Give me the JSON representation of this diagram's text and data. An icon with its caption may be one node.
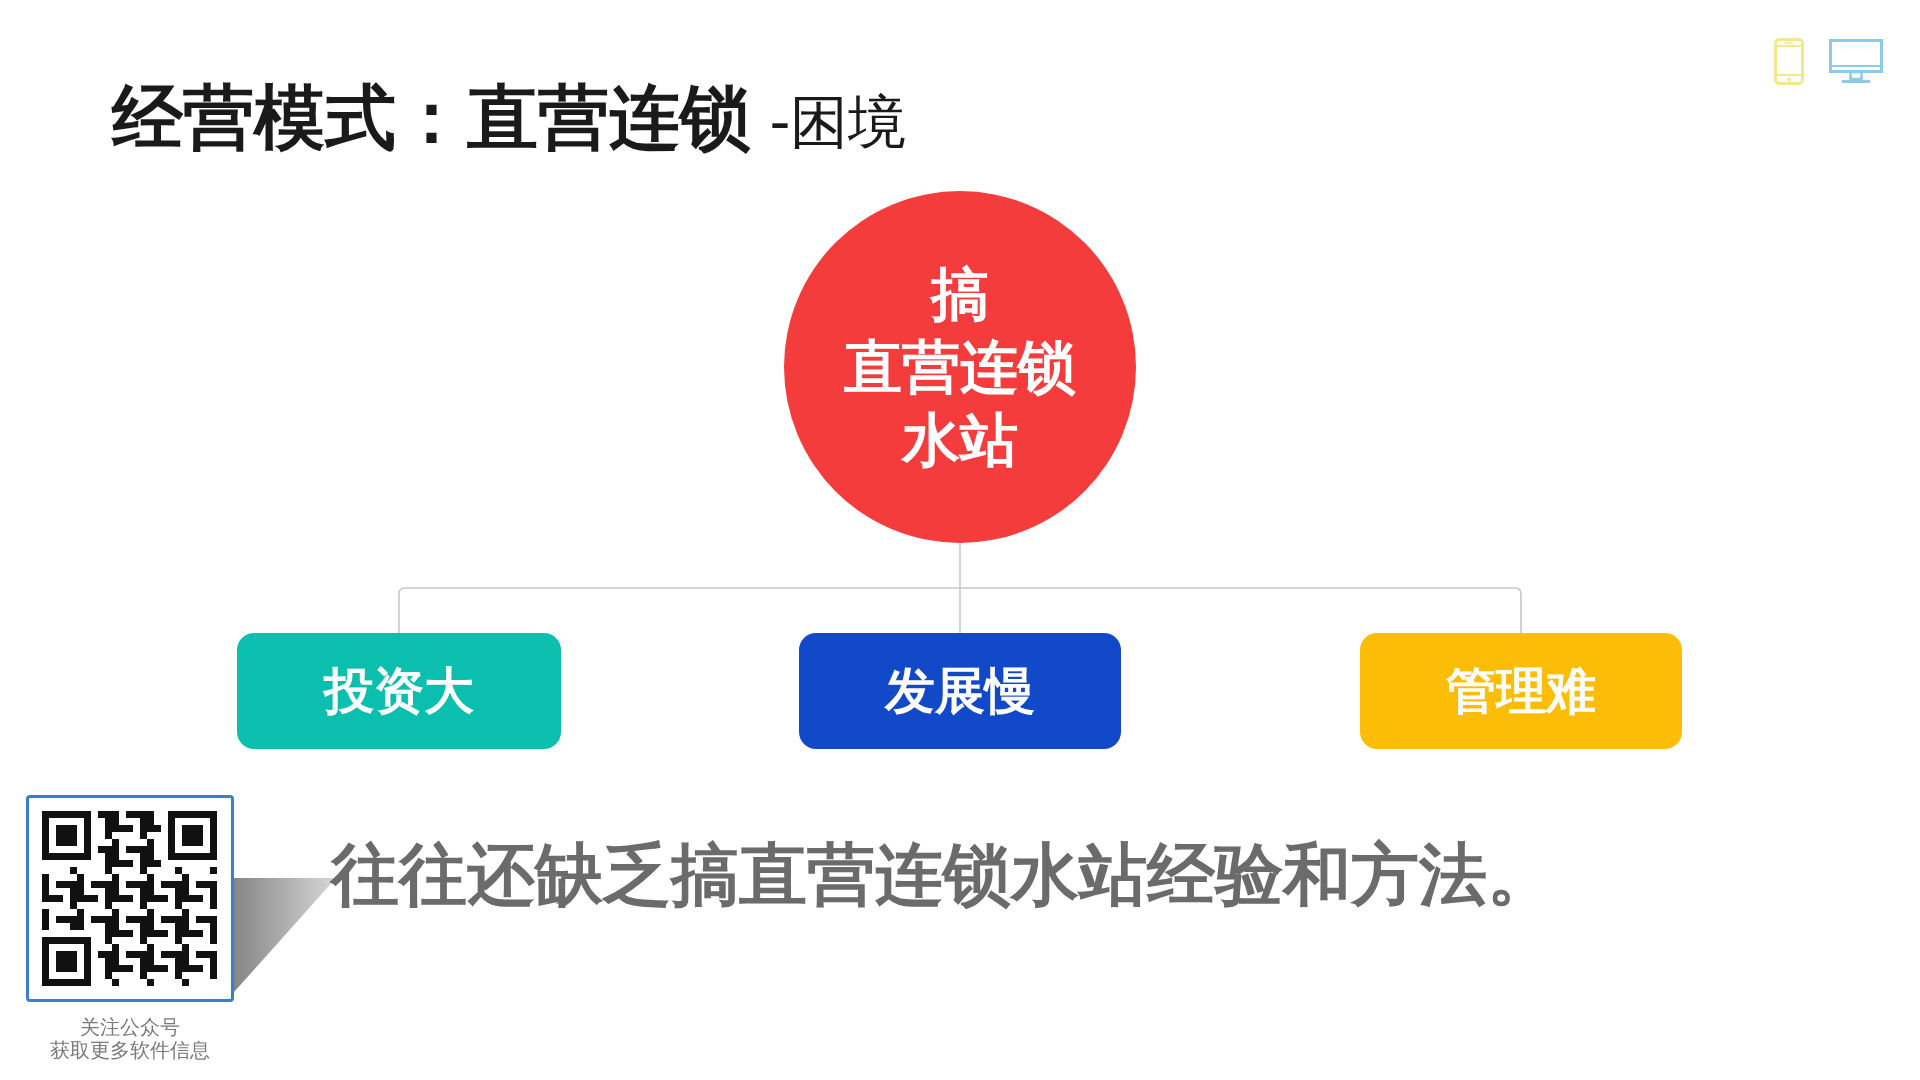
{
  "diagram": {
    "title": "**经营模式：直营连锁** -困境",
    "nodes": [
      {
        "text": [
          "搞直营连锁水站"
        ]
      },
      {
        "text": [
          "投资大"
        ]
      },
      {
        "text": [
          "发展慢"
        ]
      },
      {
        "text": [
          "管理难"
        ]
      }
    ],
    "edges": [
      {
        "from": 0,
        "to": 1,
        "arrow": "none"
      },
      {
        "from": 0,
        "to": 2,
        "arrow": "none"
      },
      {
        "from": 0,
        "to": 3,
        "arrow": "none"
      }
    ],
    "labels": [
      "往往还缺乏搞直营连锁水站经验和方法。",
      "关注公众号获取更多软件信息"
    ]
  }
}
